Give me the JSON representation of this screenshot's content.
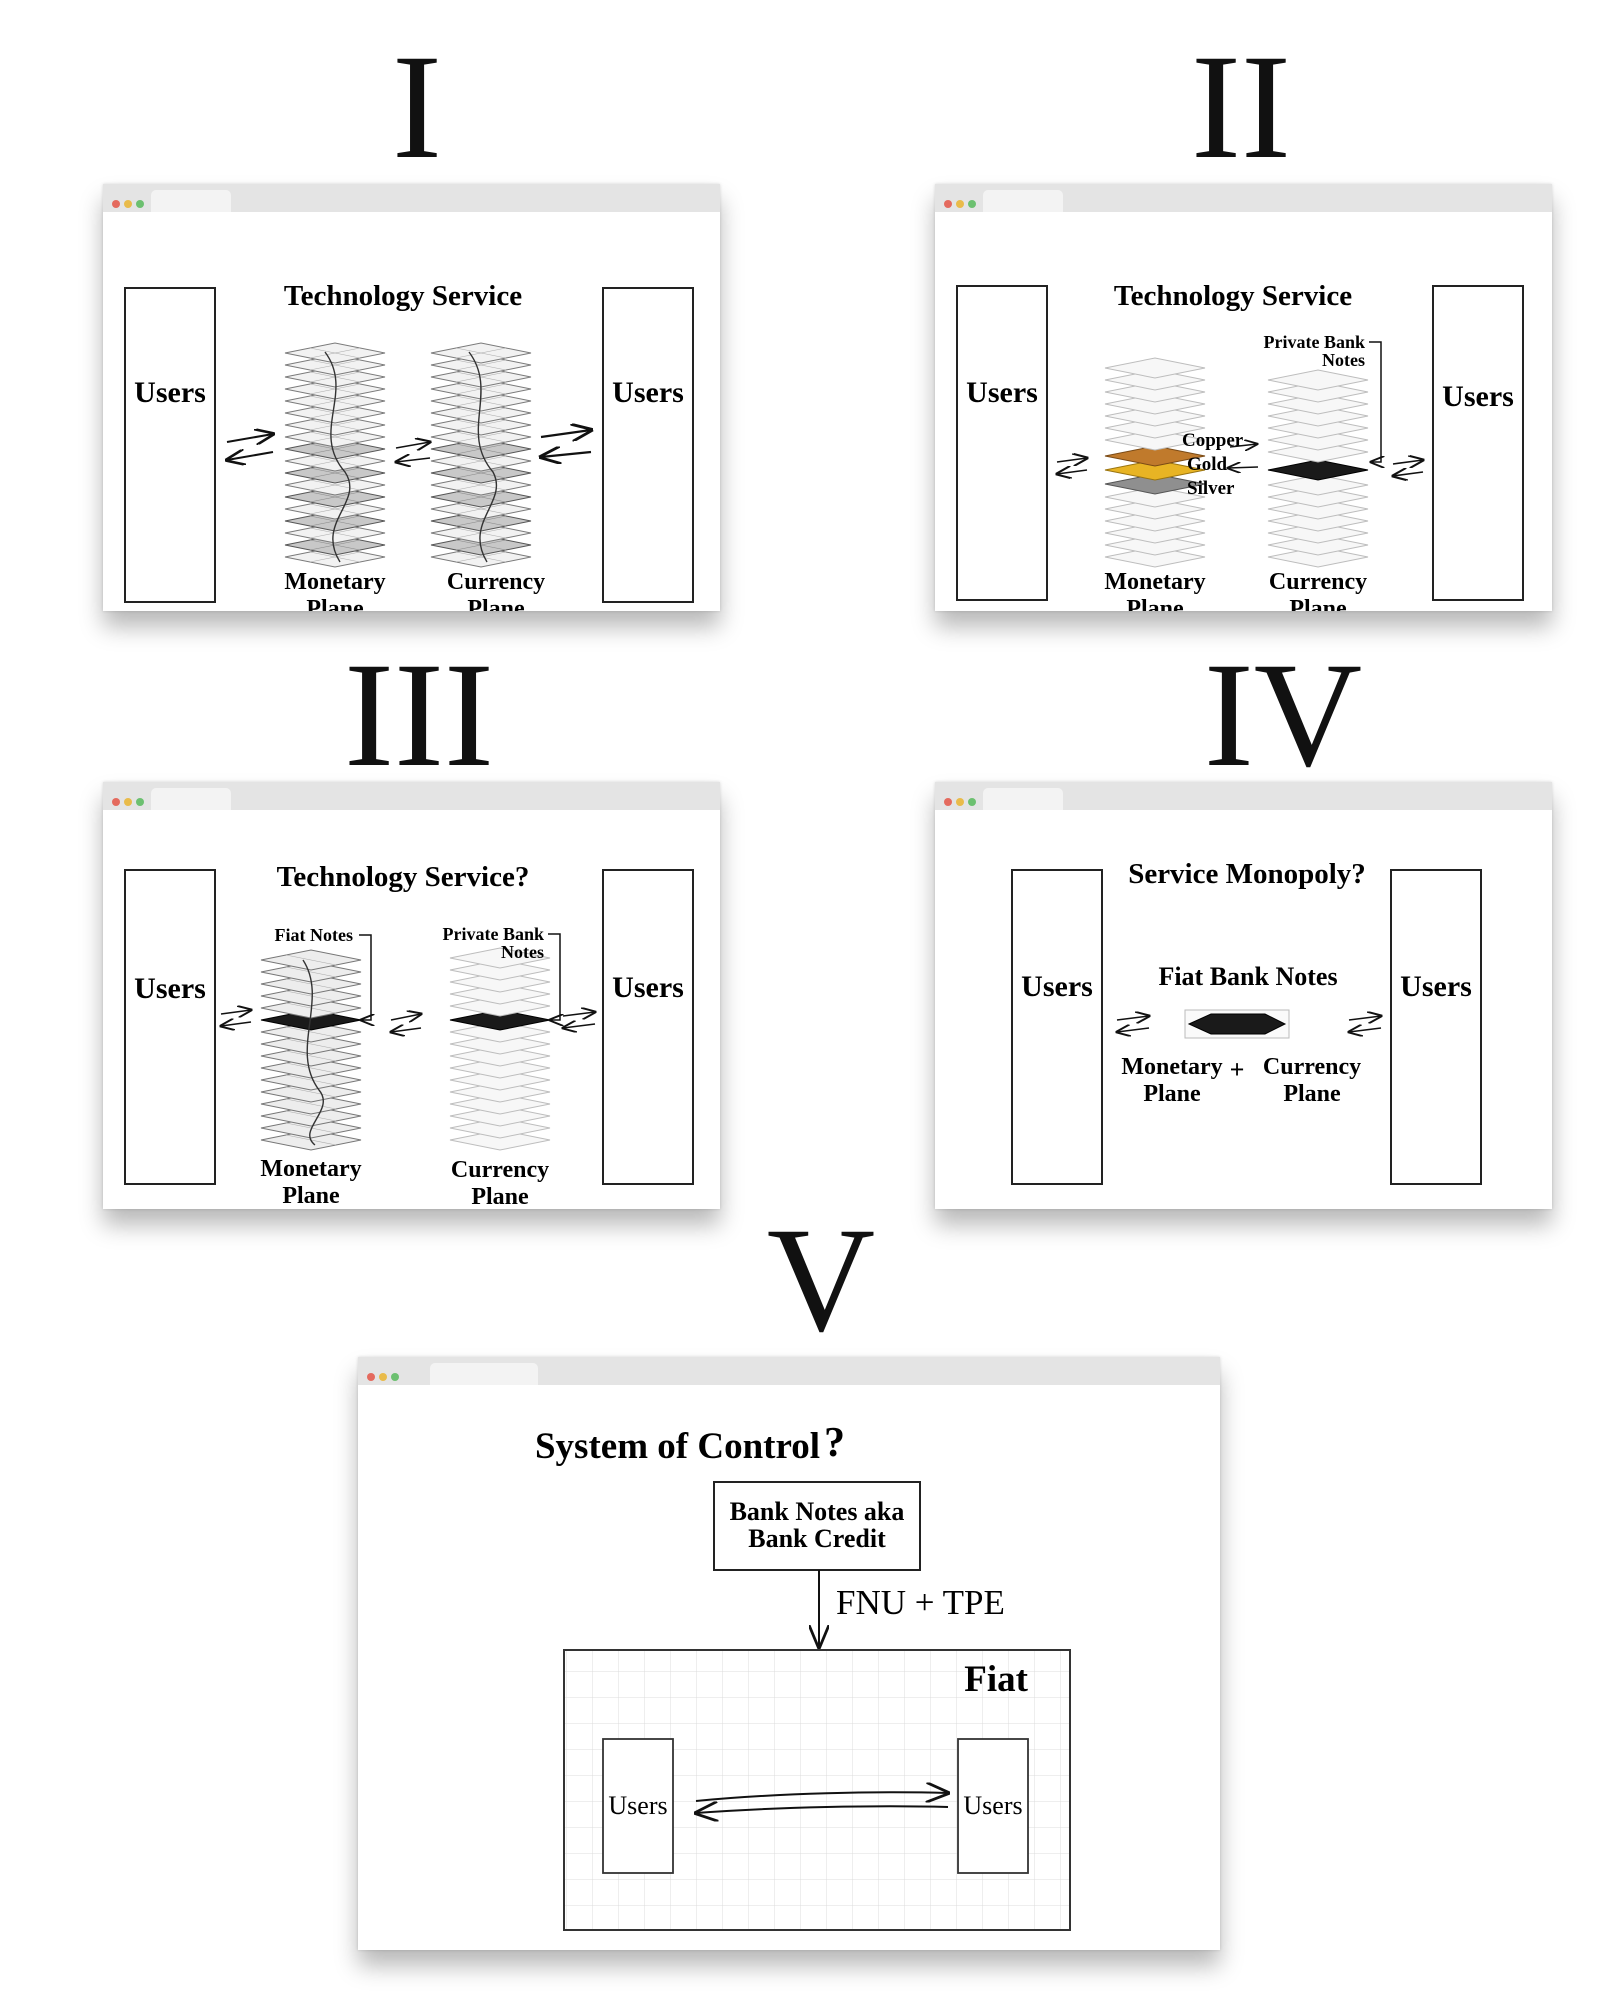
{
  "panels": [
    {
      "numeral": "I",
      "title": "Technology Service",
      "users_left": "Users",
      "users_right": "Users",
      "monetary_label": [
        "Monetary",
        "Plane"
      ],
      "currency_label": [
        "Currency",
        "Plane"
      ]
    },
    {
      "numeral": "II",
      "title": "Technology Service",
      "users_left": "Users",
      "users_right": "Users",
      "copper": "Copper",
      "gold": "Gold",
      "silver": "Silver",
      "private_bank_notes": [
        "Private Bank",
        "Notes"
      ],
      "monetary_label": [
        "Monetary",
        "Plane"
      ],
      "currency_label": [
        "Currency",
        "Plane"
      ]
    },
    {
      "numeral": "III",
      "title": "Technology Service?",
      "users_left": "Users",
      "users_right": "Users",
      "fiat_notes": "Fiat Notes",
      "private_bank_notes": [
        "Private Bank",
        "Notes"
      ],
      "monetary_label": [
        "Monetary",
        "Plane"
      ],
      "currency_label": [
        "Currency",
        "Plane"
      ]
    },
    {
      "numeral": "IV",
      "title": "Service Monopoly?",
      "users_left": "Users",
      "users_right": "Users",
      "fiat_bank_notes": "Fiat Bank Notes",
      "monetary_label": [
        "Monetary",
        "Plane"
      ],
      "plus": "+",
      "currency_label": [
        "Currency",
        "Plane"
      ]
    },
    {
      "numeral": "V",
      "title": "System of Control",
      "question": "?",
      "box_label": [
        "Bank Notes aka",
        "Bank Credit"
      ],
      "fnu_tpe": "FNU + TPE",
      "fiat": "Fiat",
      "users_left": "Users",
      "users_right": "Users"
    }
  ],
  "colors": {
    "copper": "#c07a2c",
    "gold": "#e8b424",
    "silver": "#8f8f8f",
    "note": "#1a1a1a",
    "dot_red": "#e46a5e",
    "dot_yellow": "#e9bb4a",
    "dot_green": "#6cc070"
  }
}
